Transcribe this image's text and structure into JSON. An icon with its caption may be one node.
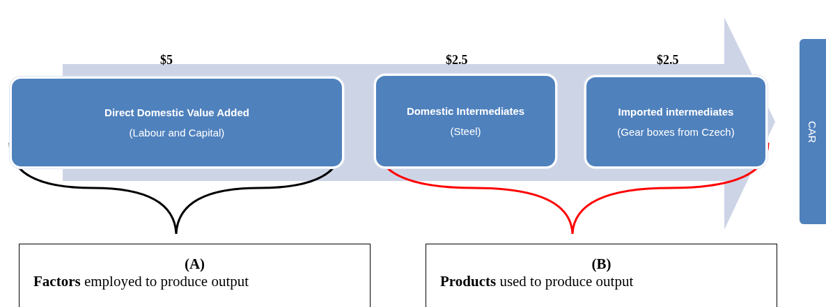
{
  "diagram": {
    "nodes": [
      {
        "text": [
          "Direct Domestic Value Added",
          "(Labour and Capital)"
        ],
        "beside": [
          "$5"
        ]
      },
      {
        "text": [
          "Domestic  Intermediates",
          "(Steel)"
        ],
        "beside": [
          "$2.5"
        ]
      },
      {
        "text": [
          "Imported intermediates",
          "(Gear boxes from Czech)"
        ],
        "beside": [
          "$2.5"
        ]
      },
      {
        "text": [
          "CAR"
        ]
      },
      {
        "text": [
          "(A)",
          "**Factors** employed to produce output"
        ]
      },
      {
        "text": [
          "(B)",
          "**Products** used to produce output"
        ]
      }
    ]
  }
}
